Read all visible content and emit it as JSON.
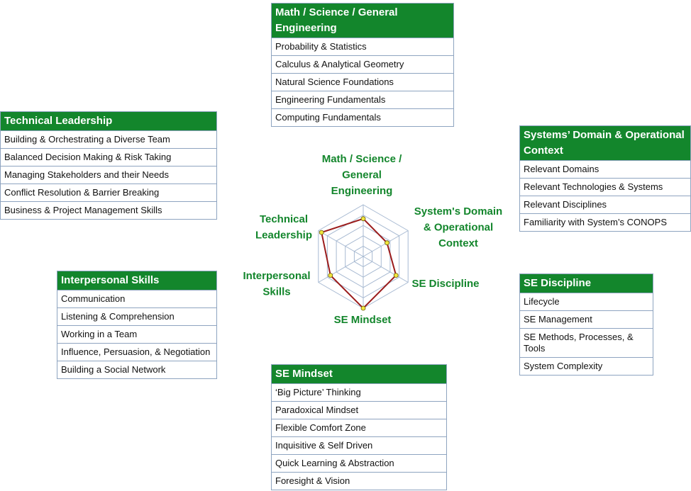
{
  "boxes": {
    "math": {
      "title": "Math / Science / General Engineering",
      "items": [
        "Probability & Statistics",
        "Calculus & Analytical Geometry",
        "Natural Science Foundations",
        "Engineering Fundamentals",
        "Computing Fundamentals"
      ]
    },
    "tech": {
      "title": "Technical Leadership",
      "items": [
        "Building & Orchestrating a Diverse Team",
        "Balanced Decision Making & Risk Taking",
        "Managing Stakeholders and their Needs",
        "Conflict Resolution & Barrier Breaking",
        "Business & Project Management Skills"
      ]
    },
    "domain": {
      "title": "Systems’ Domain & Operational Context",
      "items": [
        "Relevant Domains",
        "Relevant Technologies & Systems",
        "Relevant Disciplines",
        "Familiarity with System’s CONOPS"
      ]
    },
    "interpersonal": {
      "title": "Interpersonal Skills",
      "items": [
        "Communication",
        "Listening & Comprehension",
        "Working in a Team",
        "Influence, Persuasion, & Negotiation",
        "Building a Social Network"
      ]
    },
    "discipline": {
      "title": "SE Discipline",
      "items": [
        "Lifecycle",
        "SE Management",
        "SE Methods, Processes, & Tools",
        "System Complexity"
      ]
    },
    "mindset": {
      "title": "SE Mindset",
      "items": [
        "‘Big Picture’ Thinking",
        "Paradoxical Mindset",
        "Flexible Comfort Zone",
        "Inquisitive & Self Driven",
        "Quick Learning & Abstraction",
        "Foresight & Vision"
      ]
    }
  },
  "radar": {
    "axes": [
      {
        "lines": [
          "Math / Science   /",
          "General",
          "Engineering"
        ],
        "value": 0.73
      },
      {
        "lines": [
          "System's Domain",
          "& Operational",
          "Context"
        ],
        "value": 0.53
      },
      {
        "lines": [
          "SE Discipline"
        ],
        "value": 0.73
      },
      {
        "lines": [
          "SE Mindset"
        ],
        "value": 1.0
      },
      {
        "lines": [
          "Interpersonal",
          "Skills"
        ],
        "value": 0.73
      },
      {
        "lines": [
          "Technical",
          "Leadership"
        ],
        "value": 0.93
      }
    ],
    "levels": 5,
    "colors": {
      "grid": "#a8bad2",
      "series": "#9b1c1c",
      "marker_fill": "#f0e63c",
      "label": "#13862c"
    }
  }
}
